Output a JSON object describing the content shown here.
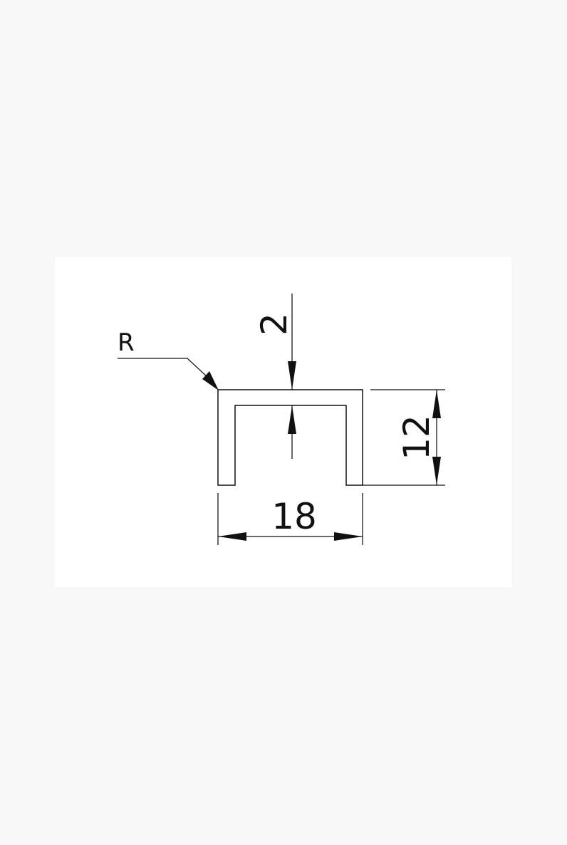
{
  "drawing": {
    "radius_label": "R",
    "thickness_label": "2",
    "height_label": "12",
    "width_label": "18",
    "colors": {
      "background": "#f8f8f8",
      "card": "#ffffff",
      "line": "#111111"
    }
  }
}
